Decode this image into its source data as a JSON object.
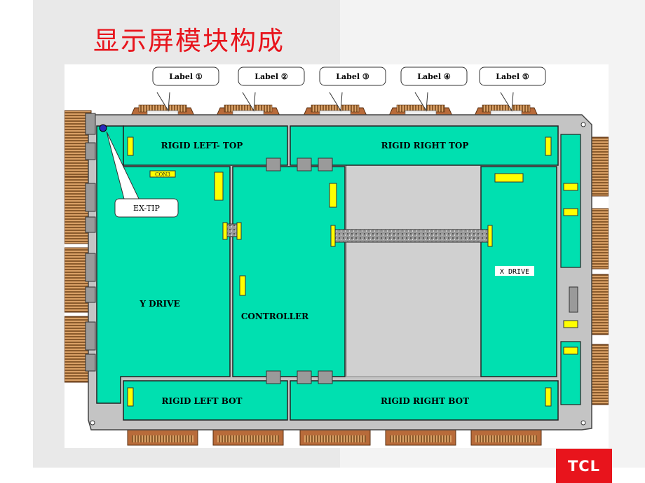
{
  "title": "显示屏模块构成",
  "logo_text": "TCL",
  "labels": [
    "Label ①",
    "Label ②",
    "Label ③",
    "Label ④",
    "Label ⑤"
  ],
  "boards": {
    "rigid_left_top": "RIGID LEFT- TOP",
    "rigid_right_top": "RIGID RIGHT TOP",
    "rigid_left_bot": "RIGID LEFT BOT",
    "rigid_right_bot": "RIGID RIGHT BOT",
    "y_drive": "Y DRIVE",
    "controller": "CONTROLLER",
    "x_drive": "X DRIVE",
    "con3": "CON3",
    "ex_tip": "EX-TIP"
  },
  "colors": {
    "board": "#00e0b0",
    "title": "#e8141c",
    "frame": "#c4c4c4",
    "panel": "#d0d0d0",
    "connector": "#ffff00",
    "cable": "#cc6633"
  }
}
